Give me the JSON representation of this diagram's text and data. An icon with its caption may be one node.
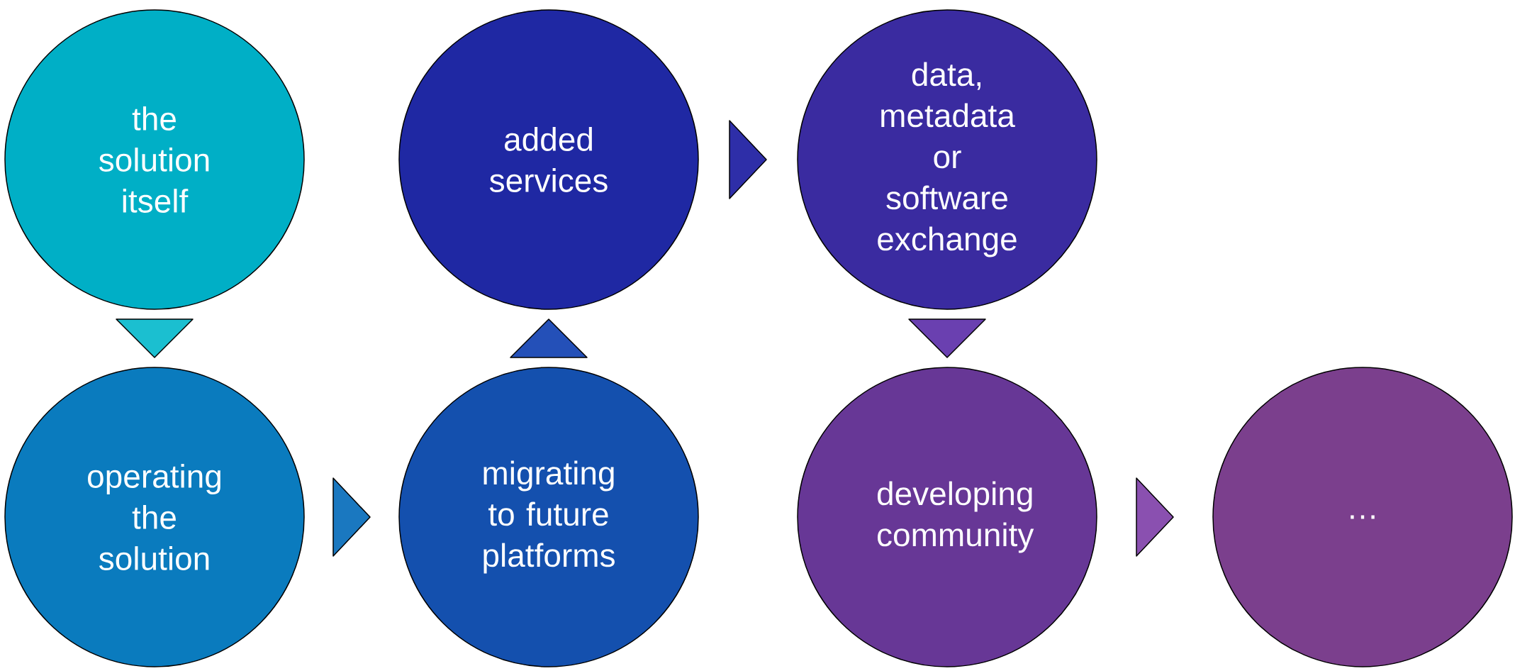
{
  "diagram": {
    "nodes": [
      {
        "text": [
          "the solution itself"
        ]
      },
      {
        "text": [
          "operating the solution"
        ]
      },
      {
        "text": [
          "added services"
        ]
      },
      {
        "text": [
          "migrating to future platforms"
        ]
      },
      {
        "text": [
          "data, metadata or software exchange"
        ]
      },
      {
        "text": [
          "developing community"
        ]
      },
      {
        "text": [
          "…"
        ]
      }
    ],
    "edges": [
      {
        "from": 0,
        "to": 1,
        "arrow": "to",
        "color": "#1bbfd0"
      },
      {
        "from": 1,
        "to": 3,
        "arrow": "to",
        "color": "#1a78c0"
      },
      {
        "from": 3,
        "to": 2,
        "arrow": "to",
        "color": "#2450b8"
      },
      {
        "from": 2,
        "to": 4,
        "arrow": "to",
        "color": "#2e2ea8"
      },
      {
        "from": 4,
        "to": 5,
        "arrow": "to",
        "color": "#6a40b0"
      },
      {
        "from": 5,
        "to": 6,
        "arrow": "to",
        "color": "#8a50b0"
      }
    ]
  }
}
